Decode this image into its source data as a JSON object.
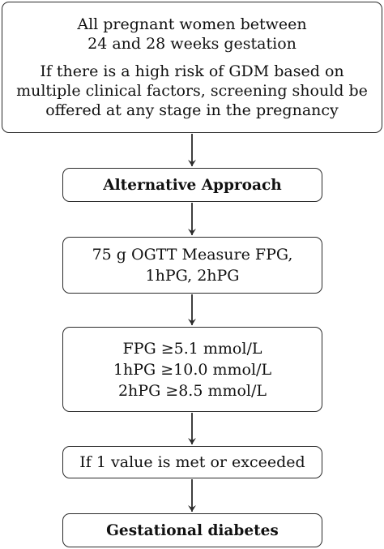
{
  "flowchart": {
    "box1": {
      "lines1": [
        "All pregnant women between",
        "24 and 28 weeks gestation"
      ],
      "lines2": [
        "If there is a high risk of GDM based on",
        "multiple clinical factors, screening should be",
        "offered at any stage in the pregnancy"
      ]
    },
    "box2": {
      "label": "Alternative Approach"
    },
    "box3": {
      "lines": [
        "75 g OGTT Measure FPG,",
        "1hPG, 2hPG"
      ]
    },
    "box4": {
      "lines": [
        "FPG ≥5.1 mmol/L",
        "1hPG ≥10.0 mmol/L",
        "2hPG ≥8.5 mmol/L"
      ]
    },
    "box5": {
      "label": "If 1 value is met or exceeded"
    },
    "box6": {
      "label": "Gestational diabetes"
    }
  },
  "colors": {
    "stroke": "#2b2b2b",
    "text": "#111111"
  }
}
